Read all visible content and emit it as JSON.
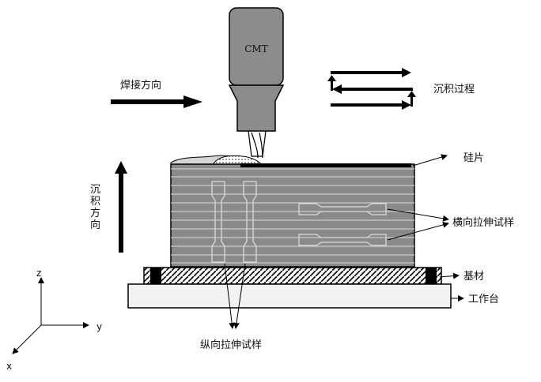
{
  "labels": {
    "torch": "CMT",
    "welding_direction": "焊接方向",
    "deposition_process": "沉积过程",
    "silicon_wafer": "硅片",
    "deposition_direction_chars": [
      "沉",
      "积",
      "方",
      "向"
    ],
    "transverse_specimen": "横向拉伸试样",
    "substrate": "基材",
    "worktable": "工作台",
    "longitudinal_specimen": "纵向拉伸试样",
    "axis_z": "z",
    "axis_y": "y",
    "axis_x": "x"
  },
  "colors": {
    "torch_fill": "#8c8c8c",
    "wall_fill": "#8a8a8a",
    "layer_line": "#d9d9d9",
    "worktable_fill": "#f2f2f2",
    "ink": "#000000"
  }
}
